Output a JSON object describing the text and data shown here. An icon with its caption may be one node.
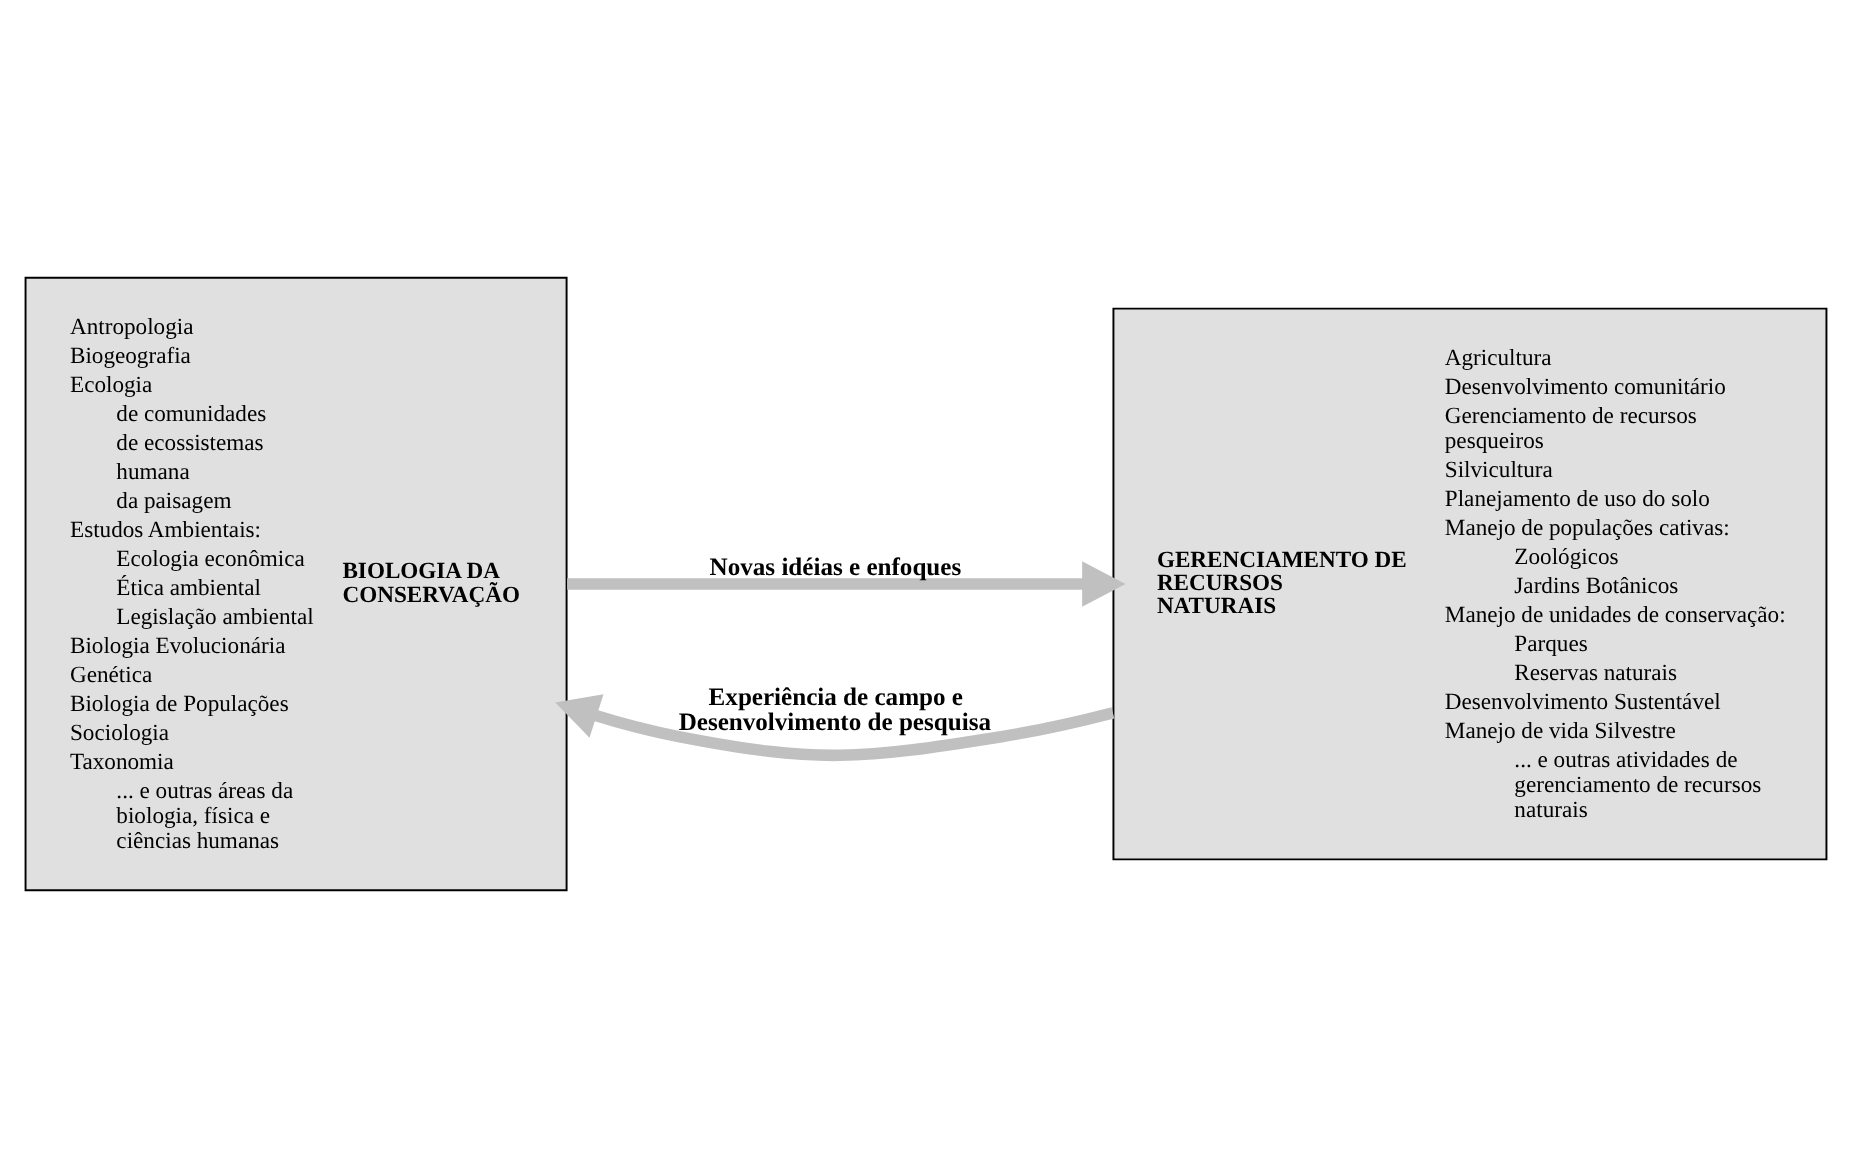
{
  "diagram": {
    "nodes": [
      {
        "text": [
          "Antropologia",
          "Biogeografia",
          "Ecologia",
          "de comunidades",
          "de ecossistemas",
          "humana",
          "da paisagem",
          "Estudos Ambientais:",
          "Ecologia econômica",
          "Ética ambiental",
          "Legislação ambiental",
          "Biologia Evolucionária",
          "Genética",
          "Biologia de Populações",
          "Sociologia",
          "Taxonomia",
          "... e outras áreas da biologia, física e ciências humanas",
          "BIOLOGIA DA CONSERVAÇÃO"
        ]
      },
      {
        "text": [
          "GERENCIAMENTO DE RECURSOS NATURAIS",
          "Agricultura",
          "Desenvolvimento comunitário",
          "Gerenciamento de recursos pesqueiros",
          "Silvicultura",
          "Planejamento de uso do solo",
          "Manejo de populações cativas:",
          "Zoológicos",
          "Jardins Botânicos",
          "Manejo de unidades de conservação:",
          "Parques",
          "Reservas naturais",
          "Desenvolvimento Sustentável",
          "Manejo de vida Silvestre",
          "... e outras atividades de gerenciamento de recursos naturais"
        ]
      }
    ],
    "edges": [
      {
        "from": 1,
        "to": 0,
        "arrow": "to",
        "label": "Experiência de campo e Desenvolvimento de pesquisa"
      },
      {
        "from": 0,
        "to": 1,
        "arrow": "to",
        "label": "Novas idéias e enfoques"
      }
    ]
  }
}
